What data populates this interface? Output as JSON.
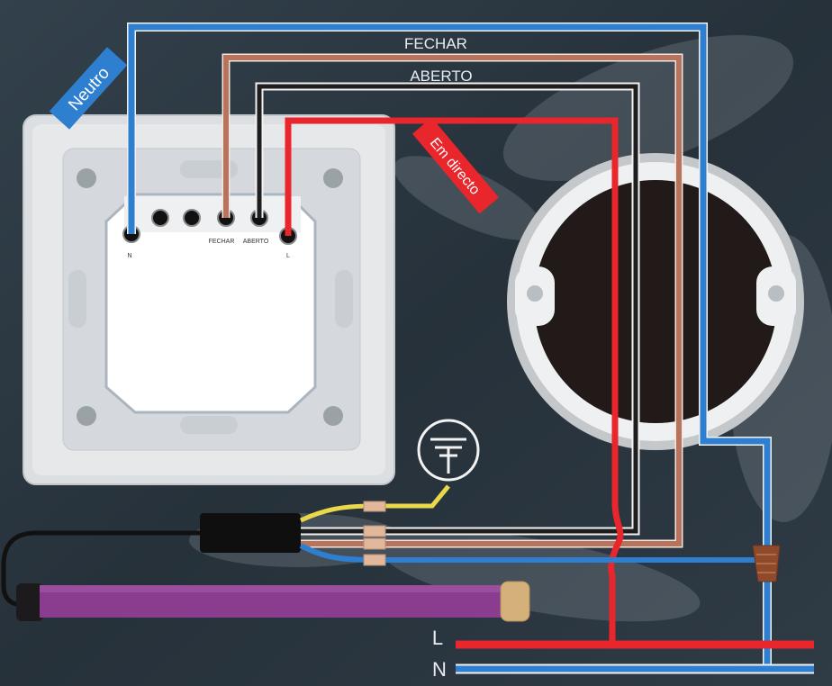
{
  "labels": {
    "neutro": "Neutro",
    "fechar": "FECHAR",
    "aberto": "ABERTO",
    "em_directo": "Em directo",
    "line_L": "L",
    "line_N": "N"
  },
  "terminals": {
    "n": "N",
    "fechar": "FECHAR",
    "aberto": "ABERTO",
    "l": "L"
  },
  "colors": {
    "neutral": "#2f7fd0",
    "live": "#e8262b",
    "close": "#b8735c",
    "open": "#1e1e1e",
    "earth": "#e8d84a",
    "motor": "#8a3d8e",
    "background": "#2b3640"
  },
  "icons": {
    "earth": "earth-ground-icon",
    "motor": "tubular-motor",
    "box": "junction-box",
    "connector": "wire-connector"
  }
}
